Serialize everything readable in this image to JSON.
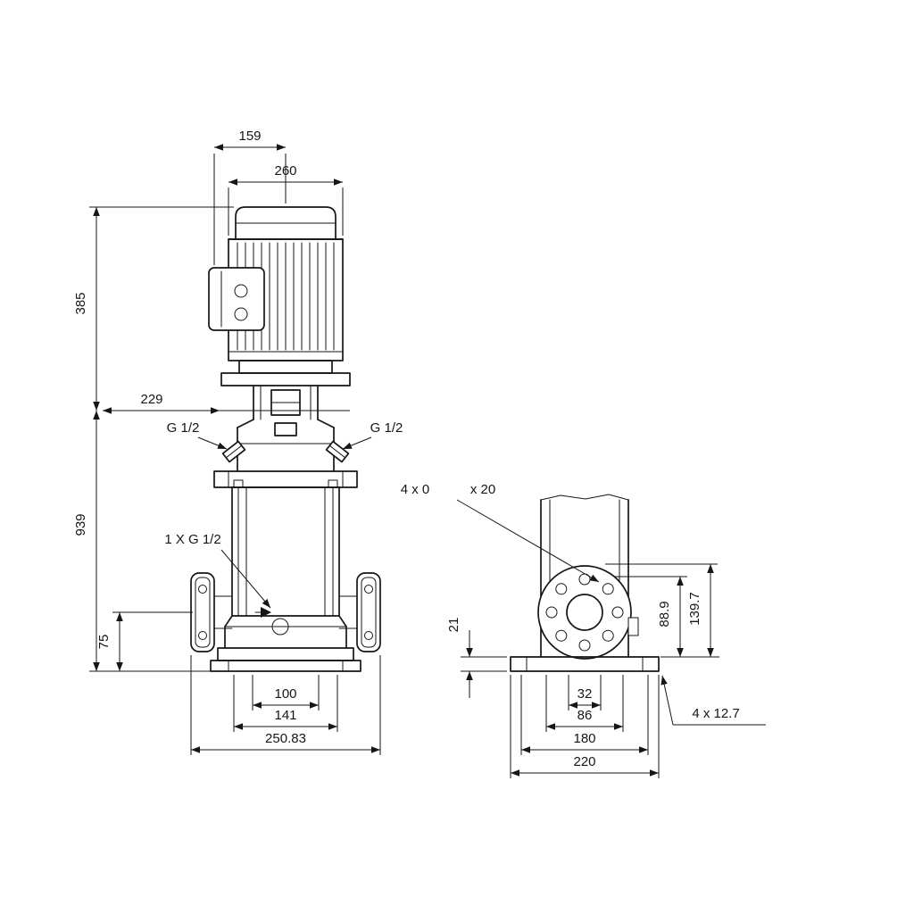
{
  "front": {
    "dim_159": "159",
    "dim_260": "260",
    "dim_385": "385",
    "dim_229": "229",
    "dim_939": "939",
    "dim_75": "75",
    "dim_100": "100",
    "dim_141": "141",
    "dim_250_83": "250.83",
    "plug_left": "G 1/2",
    "plug_right": "G 1/2",
    "drain_label": "1 X G 1/2"
  },
  "side": {
    "flange_holes_prefix": "4 x 0",
    "flange_holes_suffix": "x 20",
    "dim_21": "21",
    "dim_88_9": "88.9",
    "dim_139_7": "139.7",
    "dim_32": "32",
    "dim_86": "86",
    "dim_180": "180",
    "dim_220": "220",
    "base_holes_label": "4 x 12.7"
  },
  "colors": {
    "line": "#161616",
    "background": "#ffffff"
  }
}
